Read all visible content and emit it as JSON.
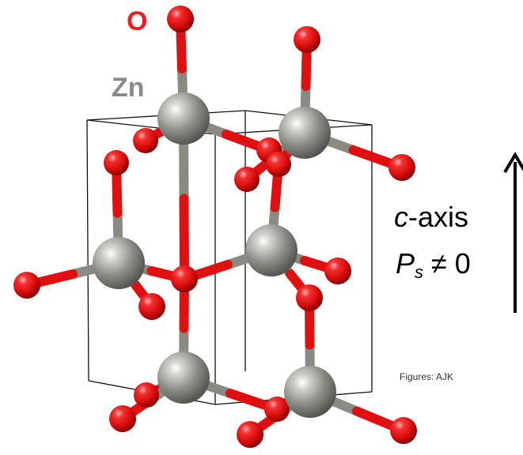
{
  "labels": {
    "oxygen": "O",
    "zinc": "Zn",
    "c_symbol": "c",
    "axis_suffix": "-axis",
    "p_symbol": "P",
    "p_subscript": "s",
    "p_relation": "≠ 0",
    "credit": "Figures: AJK"
  },
  "colors": {
    "oxygen": "#e8131b",
    "zinc": "#8c8c86",
    "bond_oxygen": "#e01010",
    "bond_zinc": "#8a8a82",
    "cell_line": "#111111",
    "arrow": "#000000"
  },
  "icons": {
    "arrow": "up-arrow"
  }
}
